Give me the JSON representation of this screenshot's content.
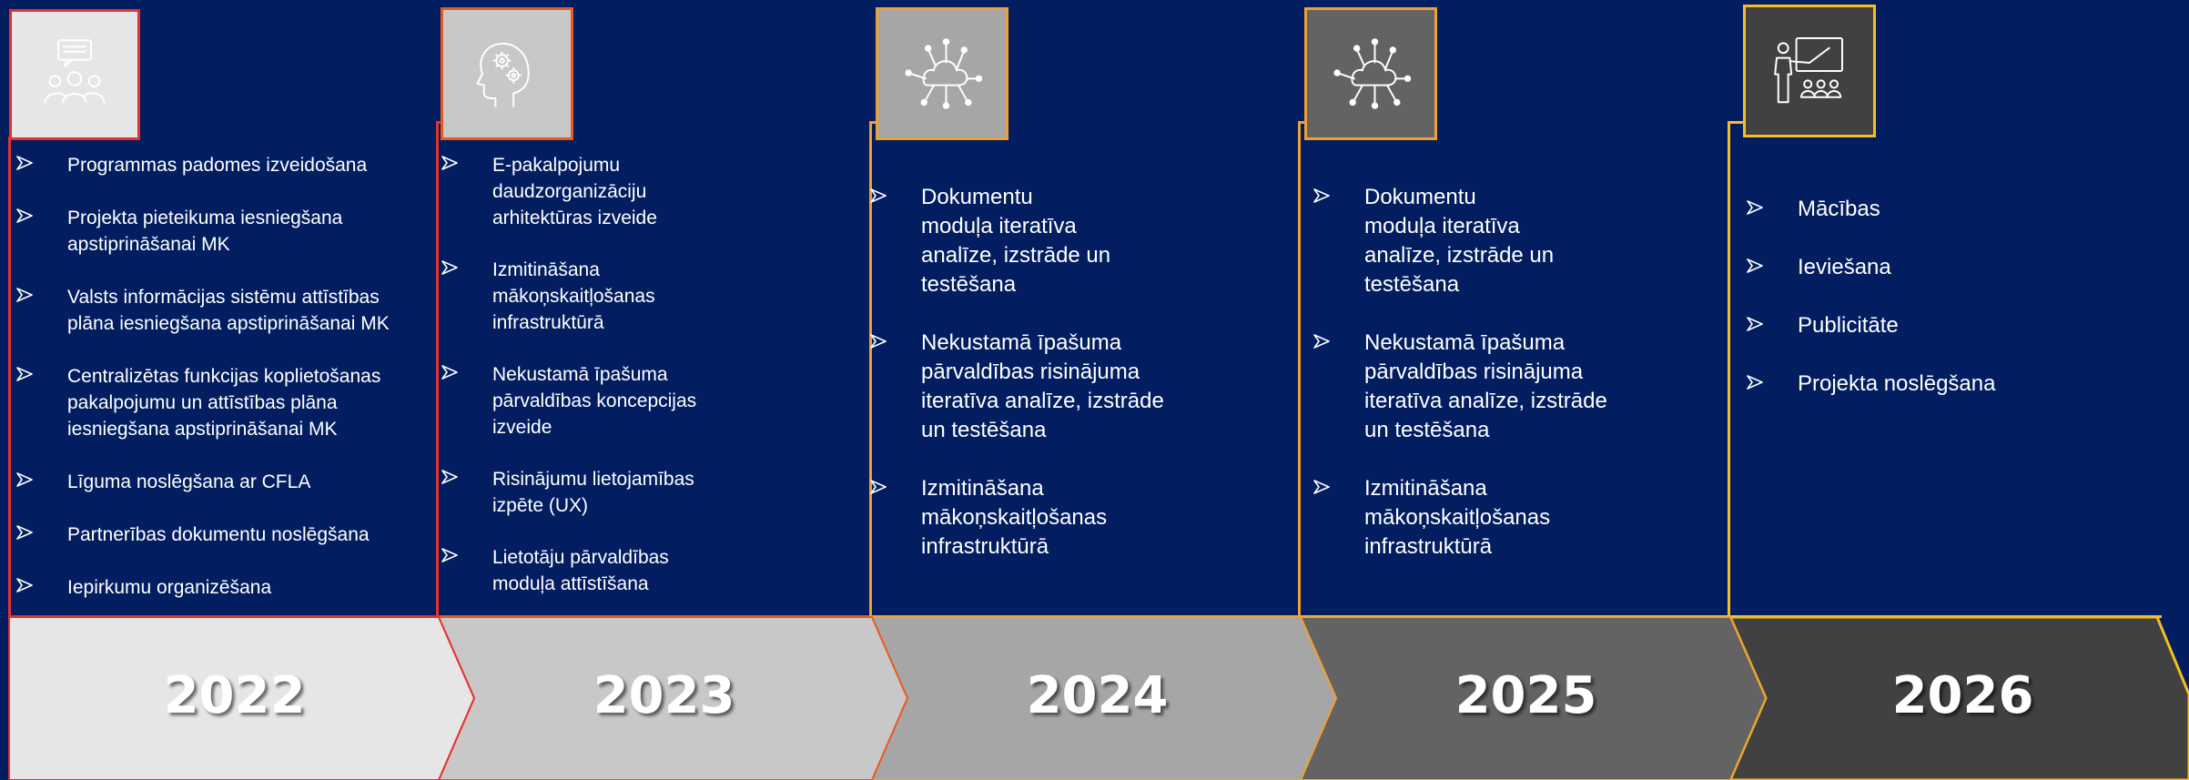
{
  "colors": {
    "background": "#021e60",
    "red_line": "#e8302e",
    "orange_line": "#e85a1e",
    "amber_line": "#f0a030",
    "yellow_line": "#f6be20",
    "arrow_2022": "#e6e6e6",
    "arrow_2023": "#c8c8c8",
    "arrow_2024": "#a6a6a6",
    "arrow_2025": "#636363",
    "arrow_2026": "#414141"
  },
  "columns": [
    {
      "year": "2022",
      "icon": "people-chat-icon",
      "items": [
        "Programmas padomes izveidošana",
        "Projekta pieteikuma iesniegšana\napstiprināšanai MK",
        "Valsts informācijas sistēmu attīstības\nplāna iesniegšana apstiprināšanai MK",
        "Centralizētas funkcijas koplietošanas\npakalpojumu un attīstības plāna\niesniegšana apstiprināšanai MK",
        "Līguma noslēgšana ar CFLA",
        "Partnerības dokumentu noslēgšana",
        "Iepirkumu organizēšana"
      ]
    },
    {
      "year": "2023",
      "icon": "head-gears-icon",
      "items": [
        "E-pakalpojumu\ndaudzorganizāciju\narhitektūras izveide",
        "Izmitināšana\nmākoņskaitļošanas\ninfrastruktūrā",
        "Nekustamā īpašuma\npārvaldības  koncepcijas\nizveide",
        "Risinājumu lietojamības\nizpēte (UX)",
        "Lietotāju pārvaldības\nmoduļa attīstīšana"
      ]
    },
    {
      "year": "2024",
      "icon": "cloud-network-icon",
      "items": [
        "Dokumentu\nmoduļa iteratīva\nanalīze,  izstrāde un\ntestēšana",
        "Nekustamā īpašuma\npārvaldības risinājuma\niteratīva analīze,  izstrāde\nun testēšana",
        "Izmitināšana\nmākoņskaitļošanas\ninfrastruktūrā"
      ]
    },
    {
      "year": "2025",
      "icon": "cloud-network-icon",
      "items": [
        "Dokumentu\nmoduļa iteratīva\nanalīze,  izstrāde un\ntestēšana",
        "Nekustamā īpašuma\npārvaldības risinājuma\niteratīva analīze,  izstrāde\nun testēšana",
        "Izmitināšana\nmākoņskaitļošanas\ninfrastruktūrā"
      ]
    },
    {
      "year": "2026",
      "icon": "teacher-presentation-icon",
      "items": [
        "Mācības",
        "Ieviešana",
        "Publicitāte",
        "Projekta noslēgšana"
      ]
    }
  ]
}
